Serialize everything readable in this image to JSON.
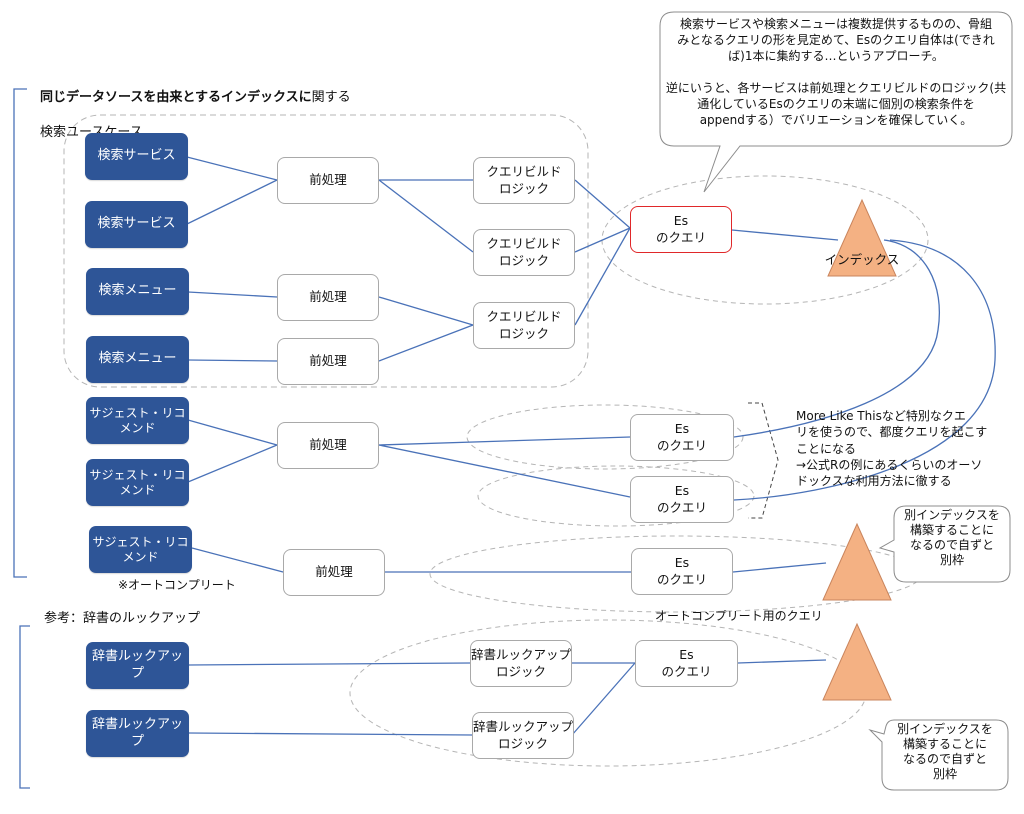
{
  "section_main": {
    "title_bold": "同じデータソースを由来とするインデックスに",
    "title_rest": "関する",
    "subtitle": "検索ユースケース"
  },
  "section_dict": {
    "title": "参考：辞書のルックアップ"
  },
  "services": [
    {
      "label": "検索サービス"
    },
    {
      "label": "検索サービス"
    },
    {
      "label": "検索メニュー"
    },
    {
      "label": "検索メニュー"
    },
    {
      "label": "サジェスト・リコメンド"
    },
    {
      "label": "サジェスト・リコメンド"
    },
    {
      "label": "サジェスト・リコメンド"
    },
    {
      "label": "辞書ルックアップ"
    },
    {
      "label": "辞書ルックアップ"
    }
  ],
  "preprocess_label": "前処理",
  "query_build_label": "クエリビルド\nロジック",
  "es_query_label": "Es\nのクエリ",
  "dict_logic_label": "辞書ルックアップ\nロジック",
  "index_label": "インデックス",
  "autocomplete_note": "※オートコンプリート",
  "autocomplete_query_label": "オートコンプリート用のクエリ",
  "callout_top": "検索サービスや検索メニューは複数提供するものの、骨組\nみとなるクエリの形を見定めて、Esのクエリ自体は(できれ\nば)1本に集約する…というアプローチ。\n\n逆にいうと、各サービスは前処理とクエリビルドのロジック(共\n通化しているEsのクエリの末端に個別の検索条件を\nappendする）でバリエーションを確保していく。",
  "note_mlt": "More Like Thisなど特別なクエ\nリを使うので、都度クエリを起こす\nことになる\n→公式Rの例にあるくらいのオーソ\nドックスな利用方法に徹する",
  "callout_separate_index": "別インデックスを\n構築することに\nなるので自ずと\n別枠",
  "colors": {
    "service_fill": "#2e5597",
    "line": "#4a72b8",
    "index_fill": "#f4b183",
    "index_stroke": "#c9845c",
    "highlight": "#e0282a"
  }
}
